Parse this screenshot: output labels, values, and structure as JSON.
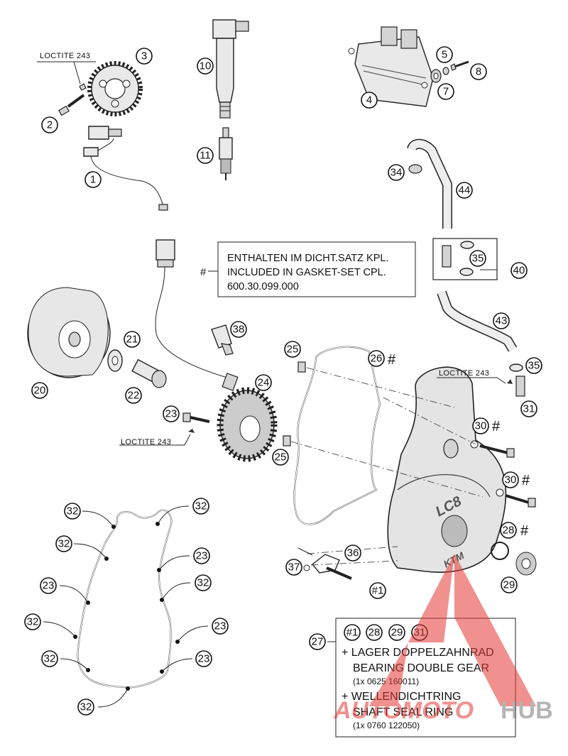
{
  "callouts": [
    {
      "n": "1"
    },
    {
      "n": "2"
    },
    {
      "n": "3"
    },
    {
      "n": "4"
    },
    {
      "n": "5"
    },
    {
      "n": "7"
    },
    {
      "n": "8"
    },
    {
      "n": "10"
    },
    {
      "n": "11"
    },
    {
      "n": "20"
    },
    {
      "n": "21"
    },
    {
      "n": "22"
    },
    {
      "n": "23"
    },
    {
      "n": "24"
    },
    {
      "n": "25"
    },
    {
      "n": "25"
    },
    {
      "n": "26"
    },
    {
      "n": "27"
    },
    {
      "n": "28"
    },
    {
      "n": "29"
    },
    {
      "n": "30"
    },
    {
      "n": "30"
    },
    {
      "n": "31"
    },
    {
      "n": "34"
    },
    {
      "n": "35"
    },
    {
      "n": "35"
    },
    {
      "n": "36"
    },
    {
      "n": "37"
    },
    {
      "n": "38"
    },
    {
      "n": "40"
    },
    {
      "n": "43"
    },
    {
      "n": "44"
    },
    {
      "n": "#1"
    },
    {
      "n": "32"
    },
    {
      "n": "32"
    },
    {
      "n": "32"
    },
    {
      "n": "23"
    },
    {
      "n": "23"
    },
    {
      "n": "32"
    },
    {
      "n": "32"
    },
    {
      "n": "23"
    },
    {
      "n": "32"
    },
    {
      "n": "32"
    },
    {
      "n": "23"
    },
    {
      "n": "32"
    }
  ],
  "hash_mark": "#",
  "loctite_labels": [
    "LOCTITE 243",
    "LOCTITE 243",
    "LOCTITE 243"
  ],
  "gasket_note": {
    "marker": "#",
    "lines": [
      "ENTHALTEN IM DICHT.SATZ KPL.",
      "INCLUDED IN GASKET-SET CPL.",
      "600.30.099.000"
    ]
  },
  "kit_note": {
    "refs": [
      "#1",
      "28",
      "29",
      "31"
    ],
    "item1_de": "+ LAGER DOPPELZAHNRAD",
    "item1_en": "BEARING DOUBLE GEAR",
    "item1_qty": "(1x 0625 160011)",
    "item2_de": "+ WELLENDICHTRING",
    "item2_en": "SHAFT SEAL RING",
    "item2_qty": "(1x 0760 122050)"
  },
  "cover_logo": "LC8",
  "cover_brand": "KTM",
  "watermark": {
    "text1": "AUTOMOTO",
    "text2": "HUB",
    "color1": "#e53935",
    "color2": "#888888"
  }
}
